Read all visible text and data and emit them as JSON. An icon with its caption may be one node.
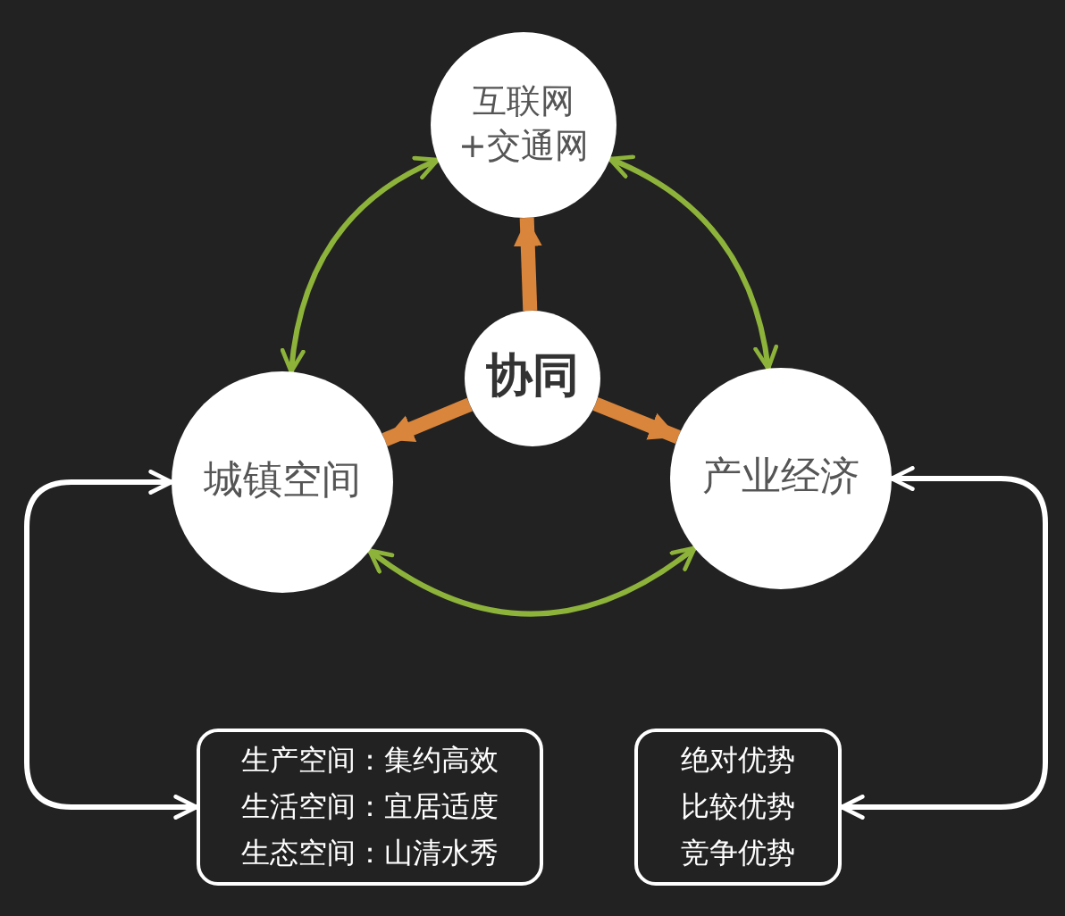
{
  "diagram": {
    "nodes": [
      {
        "text": [
          "互联网+交通网"
        ]
      },
      {
        "text": [
          "协同"
        ]
      },
      {
        "text": [
          "城镇空间"
        ]
      },
      {
        "text": [
          "产业经济"
        ]
      },
      {
        "text": [
          "生产空间：集约高效",
          "生活空间：宜居适度",
          "生态空间：山清水秀"
        ]
      },
      {
        "text": [
          "绝对优势",
          "比较优势",
          "竞争优势"
        ]
      }
    ],
    "edges": [
      {
        "from": 0,
        "to": 2,
        "arrow": "both",
        "color": "#8db33a"
      },
      {
        "from": 0,
        "to": 3,
        "arrow": "both",
        "color": "#8db33a"
      },
      {
        "from": 2,
        "to": 3,
        "arrow": "both",
        "color": "#8db33a"
      },
      {
        "from": 1,
        "to": 0,
        "arrow": "to",
        "style": "thick",
        "color": "#d9853b"
      },
      {
        "from": 1,
        "to": 2,
        "arrow": "to",
        "style": "thick",
        "color": "#d9853b"
      },
      {
        "from": 1,
        "to": 3,
        "arrow": "to",
        "style": "thick",
        "color": "#d9853b"
      },
      {
        "from": 4,
        "to": 2,
        "arrow": "both",
        "color": "#ffffff"
      },
      {
        "from": 5,
        "to": 3,
        "arrow": "both",
        "color": "#ffffff"
      }
    ]
  }
}
